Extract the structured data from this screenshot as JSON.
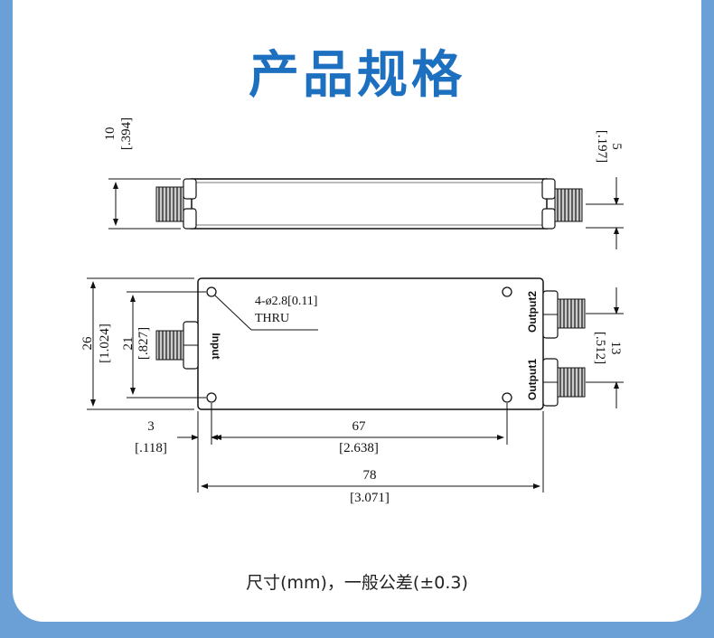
{
  "title": "产品规格",
  "caption": "尺寸(mm)，一般公差(±0.3)",
  "side_view": {
    "height_mm": "10",
    "height_in": "[.394]",
    "connector_mm": "5",
    "connector_in": "[.197]"
  },
  "top_view": {
    "hole_note_line1": "4-ø2.8[0.11]",
    "hole_note_line2": "THRU",
    "input_label": "Input",
    "output1_label": "Output1",
    "output2_label": "Output2",
    "width_mm": "26",
    "width_in": "[1.024]",
    "hole_span_mm": "21",
    "hole_span_in": "[.827]",
    "output_spacing_mm": "13",
    "output_spacing_in": "[.512]",
    "edge_offset_mm": "3",
    "edge_offset_in": "[.118]",
    "hole_pitch_mm": "67",
    "hole_pitch_in": "[2.638]",
    "length_mm": "78",
    "length_in": "[3.071]"
  }
}
